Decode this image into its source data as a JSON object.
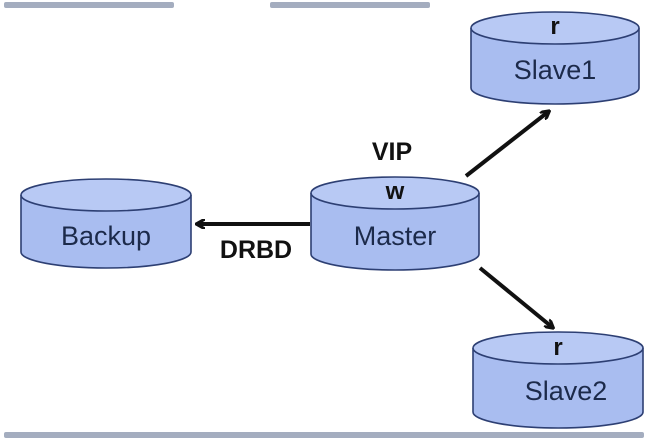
{
  "diagram": {
    "title_fragment": "",
    "nodes": [
      {
        "id": "slave1",
        "label": "Slave1",
        "mode": "r"
      },
      {
        "id": "master",
        "label": "Master",
        "mode": "w"
      },
      {
        "id": "backup",
        "label": "Backup",
        "mode": ""
      },
      {
        "id": "slave2",
        "label": "Slave2",
        "mode": "r"
      }
    ],
    "edges": [
      {
        "from": "master",
        "to": "slave1",
        "label": ""
      },
      {
        "from": "master",
        "to": "slave2",
        "label": ""
      },
      {
        "from": "master",
        "to": "backup",
        "label": "DRBD"
      }
    ],
    "annotations": {
      "vip": "VIP",
      "drbd": "DRBD"
    },
    "colors": {
      "cylinder_fill": "#a9bdf0",
      "cylinder_top": "#b8c9f4",
      "cylinder_stroke": "#2d3f73",
      "arrow": "#111111"
    }
  }
}
